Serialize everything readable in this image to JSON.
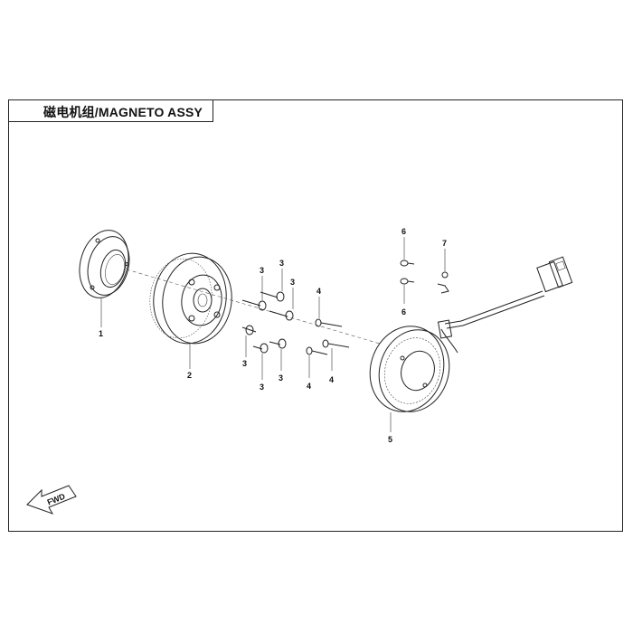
{
  "diagram": {
    "title": "磁电机组/MAGNETO ASSY",
    "fwd_label": "FWD",
    "callouts": {
      "seal": "1",
      "flywheel": "2",
      "bolt_a": "3",
      "bolt_b": "3",
      "bolt_c": "3",
      "bolt_d": "3",
      "bolt_e": "3",
      "bolt_f": "3",
      "screw_a": "4",
      "screw_b": "4",
      "screw_c": "4",
      "stator": "5",
      "nut_a": "6",
      "nut_b": "6",
      "clip": "7"
    }
  }
}
